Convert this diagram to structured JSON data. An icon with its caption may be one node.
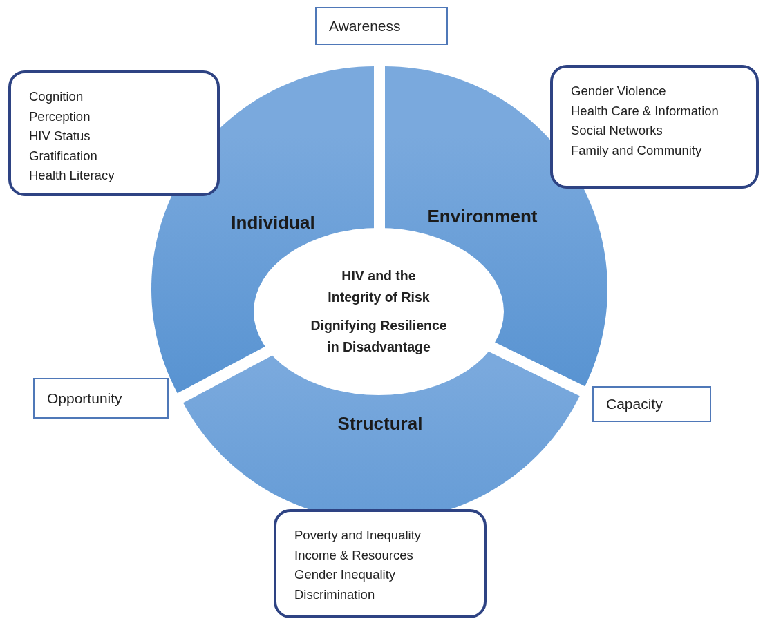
{
  "diagram": {
    "nodes": [
      {
        "text": [
          "Awareness"
        ]
      },
      {
        "text": [
          "Cognition",
          "Perception",
          "HIV Status",
          "Gratification",
          "Health Literacy"
        ]
      },
      {
        "text": [
          "Gender Violence",
          "Health Care & Information",
          "Social Networks",
          "Family and Community"
        ]
      },
      {
        "text": [
          "Individual"
        ]
      },
      {
        "text": [
          "Environment"
        ]
      },
      {
        "text": [
          "HIV and the Integrity of Risk",
          "Dignifying Resilience in Disadvantage"
        ]
      },
      {
        "text": [
          "Opportunity"
        ]
      },
      {
        "text": [
          "Capacity"
        ]
      },
      {
        "text": [
          "Structural"
        ]
      },
      {
        "text": [
          "Poverty and Inequality",
          "Income & Resources",
          "Gender Inequality",
          "Discrimination"
        ]
      }
    ]
  }
}
